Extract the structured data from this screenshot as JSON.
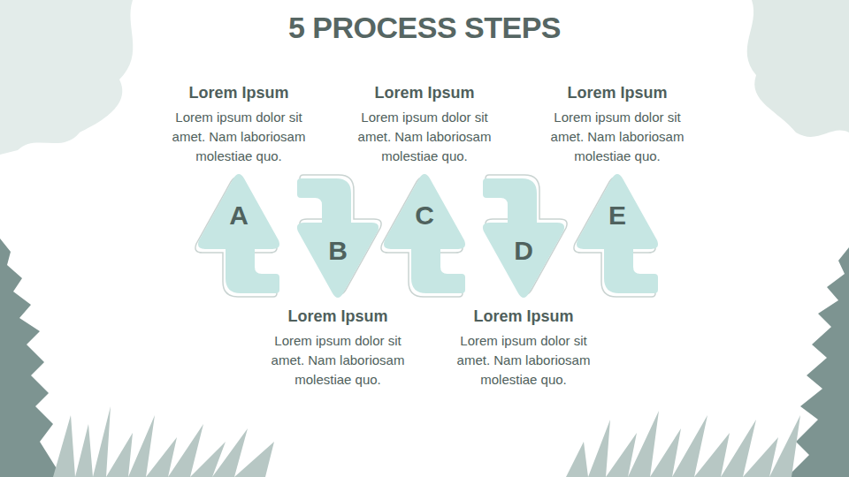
{
  "diagram": {
    "title": "5 PROCESS STEPS",
    "nodes": [
      {
        "text": [
          "A",
          "Lorem Ipsum",
          "Lorem ipsum dolor sit amet. Nam laboriosam molestiae quo."
        ]
      },
      {
        "text": [
          "B",
          "Lorem Ipsum",
          "Lorem ipsum dolor sit amet. Nam laboriosam molestiae quo."
        ]
      },
      {
        "text": [
          "C",
          "Lorem Ipsum",
          "Lorem ipsum dolor sit amet. Nam laboriosam molestiae quo."
        ]
      },
      {
        "text": [
          "D",
          "Lorem Ipsum",
          "Lorem ipsum dolor sit amet. Nam laboriosam molestiae quo."
        ]
      },
      {
        "text": [
          "E",
          "Lorem Ipsum",
          "Lorem ipsum dolor sit amet. Nam laboriosam molestiae quo."
        ]
      }
    ]
  }
}
